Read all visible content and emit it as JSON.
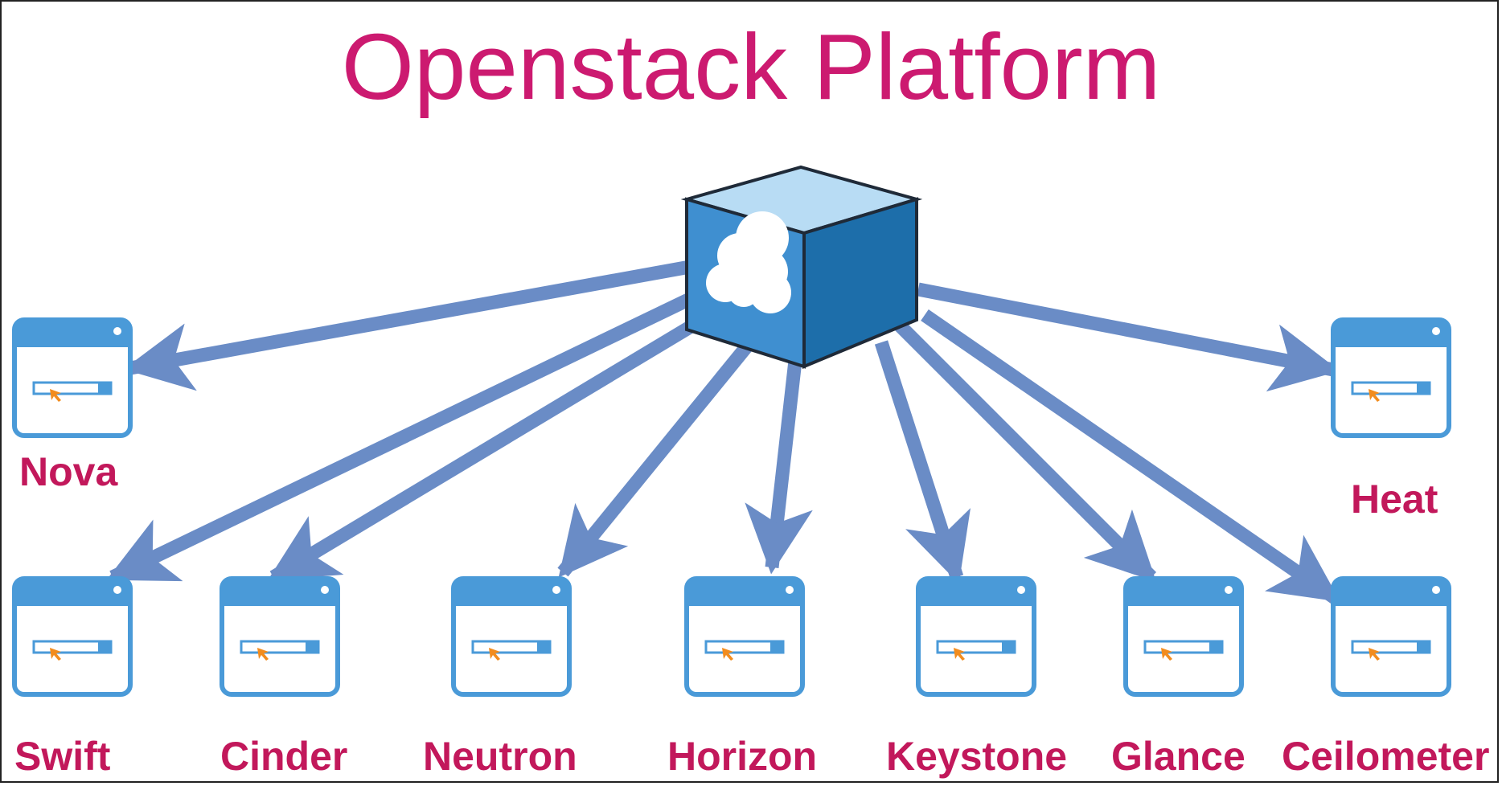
{
  "title": "Openstack Platform",
  "colors": {
    "title": "#cc1a70",
    "label": "#c2185b",
    "arrow": "#6a8cc6",
    "window": "#4a9ad8",
    "cube_top": "#b8dcf4",
    "cube_front": "#3f8fd0",
    "cube_side": "#1d6eaa"
  },
  "hub": {
    "label": "",
    "icon": "cloud-cube-icon"
  },
  "services": [
    {
      "id": "nova",
      "label": "Nova"
    },
    {
      "id": "heat",
      "label": "Heat"
    },
    {
      "id": "swift",
      "label": "Swift"
    },
    {
      "id": "cinder",
      "label": "Cinder"
    },
    {
      "id": "neutron",
      "label": "Neutron"
    },
    {
      "id": "horizon",
      "label": "Horizon"
    },
    {
      "id": "keystone",
      "label": "Keystone"
    },
    {
      "id": "glance",
      "label": "Glance"
    },
    {
      "id": "ceilometer",
      "label": "Ceilometer"
    }
  ]
}
